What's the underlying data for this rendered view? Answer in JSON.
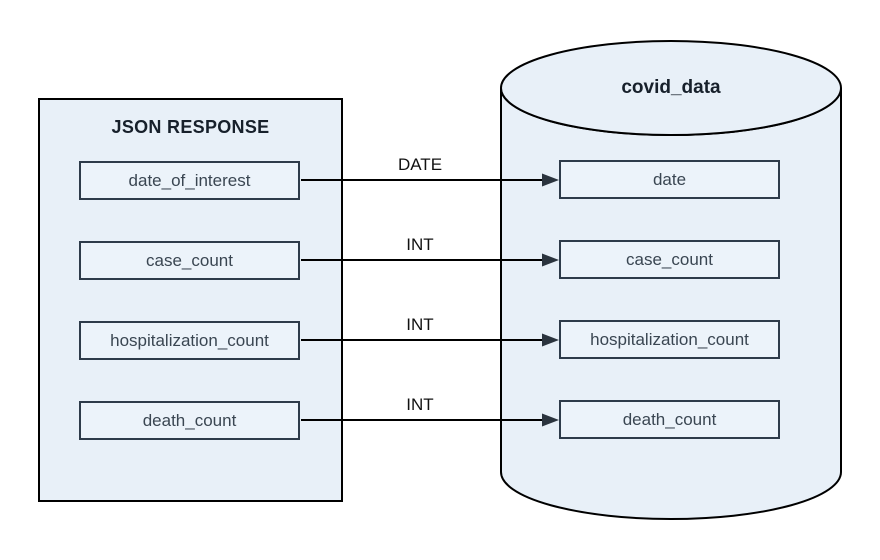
{
  "diagram": {
    "source": {
      "title": "JSON RESPONSE",
      "fields": [
        "date_of_interest",
        "case_count",
        "hospitalization_count",
        "death_count"
      ]
    },
    "target": {
      "title": "covid_data",
      "fields": [
        "date",
        "case_count",
        "hospitalization_count",
        "death_count"
      ]
    },
    "mappings": [
      {
        "from": "date_of_interest",
        "to": "date",
        "type": "DATE"
      },
      {
        "from": "case_count",
        "to": "case_count",
        "type": "INT"
      },
      {
        "from": "hospitalization_count",
        "to": "hospitalization_count",
        "type": "INT"
      },
      {
        "from": "death_count",
        "to": "death_count",
        "type": "INT"
      }
    ],
    "colors": {
      "canvas_bg": "#ffffff",
      "shape_fill": "#e8f0f8",
      "field_fill": "#ecf3fa",
      "outline": "#000000",
      "field_border": "#2e3b4a",
      "field_text": "#3a4652",
      "title_text": "#17202b",
      "arrow": "#000000",
      "arrowhead": "#2b343e",
      "label_text": "#111111"
    }
  }
}
